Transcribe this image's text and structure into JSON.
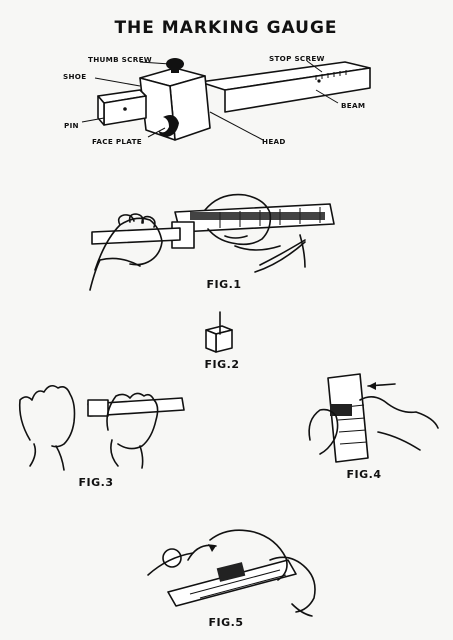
{
  "title": "THE MARKING GAUGE",
  "parts": {
    "thumb_screw": "THUMB SCREW",
    "shoe": "SHOE",
    "pin": "PIN",
    "face_plate": "FACE PLATE",
    "head": "HEAD",
    "stop_screw": "STOP SCREW",
    "beam": "BEAM"
  },
  "figures": {
    "fig1": "FIG.1",
    "fig2": "FIG.2",
    "fig3": "FIG.3",
    "fig4": "FIG.4",
    "fig5": "FIG.5"
  },
  "colors": {
    "ink": "#111111",
    "paper": "#f7f7f5"
  }
}
